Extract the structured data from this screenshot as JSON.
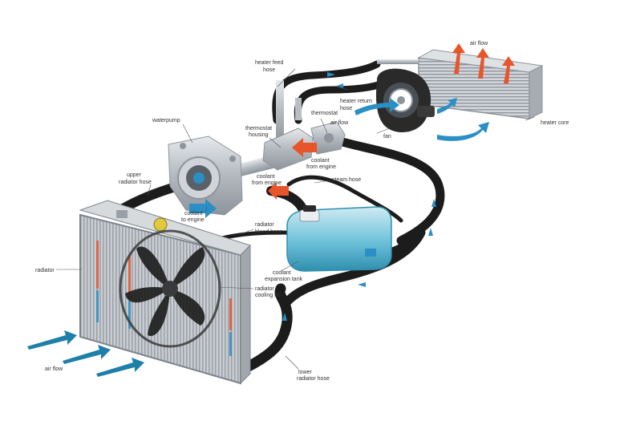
{
  "labels": {
    "air_flow_top": "air flow",
    "heater_feed_hose": [
      "heater feed",
      "hose"
    ],
    "heater_return_hose": [
      "heater return",
      "hose"
    ],
    "thermostat": "thermostat",
    "air_flow_fan": "air flow",
    "fan": "fan",
    "heater_core": "heater core",
    "waterpump": "waterpump",
    "thermostat_housing": [
      "thermostat",
      "housing"
    ],
    "coolant_from_engine_right": [
      "coolant",
      "from engine"
    ],
    "upper_radiator_hose": [
      "upper",
      "radiator hose"
    ],
    "coolant_from_engine_left": [
      "coolant",
      "from engine"
    ],
    "steam_hose": "steam hose",
    "coolant_to_engine": [
      "coolant",
      "to engine"
    ],
    "radiator": "radiator",
    "radiator_bleed_hose": [
      "radiator",
      "bleed hose"
    ],
    "coolant_expansion_tank": [
      "coolant",
      "expansion tank"
    ],
    "radiator_cooling_fan": [
      "radiator",
      "cooling fan"
    ],
    "air_flow_bottom": "air flow",
    "lower_radiator_hose": [
      "lower",
      "radiator hose"
    ]
  },
  "colors": {
    "hose": "#1c1c1c",
    "metal": "#b9bec4",
    "hot_arrow": "#e8552a",
    "cold_arrow": "#2a8fc4",
    "tank": "#5ab4cf",
    "air_arrow": "#1e7fa8"
  }
}
